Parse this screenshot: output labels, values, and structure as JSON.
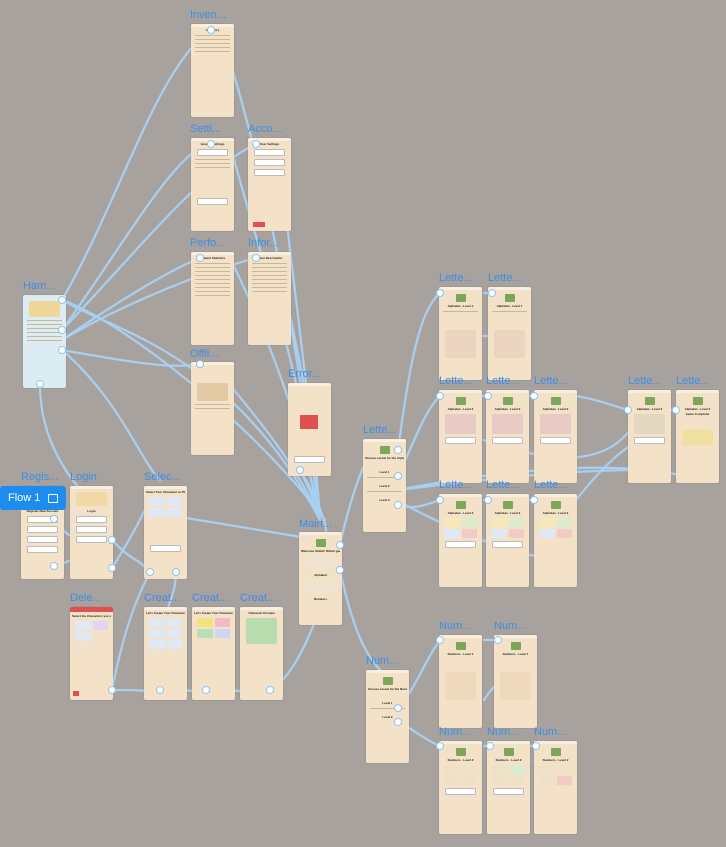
{
  "canvas": {
    "background": "#a8a29e",
    "frame_color": "#f3e2c7",
    "label_color": "#3b8ee8",
    "wire_color": "#a7d0f2"
  },
  "flow_tag": {
    "label": "Flow 1",
    "icon": "play-frame-icon"
  },
  "frames": [
    {
      "id": "inventory",
      "label": "Inven...",
      "title": "Inventory"
    },
    {
      "id": "settings",
      "label": "Setti...",
      "title": "General Settings"
    },
    {
      "id": "account",
      "label": "Acco...",
      "title": "User Settings"
    },
    {
      "id": "performance",
      "label": "Perfo...",
      "title": "Student Statistics"
    },
    {
      "id": "information",
      "label": "Infor...",
      "title": "Game Description"
    },
    {
      "id": "offline",
      "label": "Offli...",
      "title": ""
    },
    {
      "id": "hamburger",
      "label": "Ham...",
      "title": "Shiloh"
    },
    {
      "id": "error",
      "label": "Error...",
      "title": ""
    },
    {
      "id": "register",
      "label": "Regis...",
      "title": "Register New Account"
    },
    {
      "id": "login",
      "label": "Login",
      "title": "Login"
    },
    {
      "id": "select",
      "label": "Selec...",
      "title": "Select Your Character to Play"
    },
    {
      "id": "delete",
      "label": "Dele...",
      "title": "Select the Characters you want to delete"
    },
    {
      "id": "create1",
      "label": "Creat...",
      "title": "Let's Create Your Character!"
    },
    {
      "id": "create2",
      "label": "Creat...",
      "title": "Let's Create Your Character!"
    },
    {
      "id": "create3",
      "label": "Creat...",
      "title": "Character Preview"
    },
    {
      "id": "main",
      "label": "Main...",
      "title": "Welcome Shiloh! Which game would you like to play?"
    },
    {
      "id": "letters_menu",
      "label": "Lette...",
      "title": "Choose a level for the Alphabet Activity"
    },
    {
      "id": "letters1a",
      "label": "Lette...",
      "title": "Alphabet - Level 1"
    },
    {
      "id": "letters1b",
      "label": "Lette...",
      "title": "Alphabet - Level 1"
    },
    {
      "id": "letters2a",
      "label": "Lette...",
      "title": "Alphabet - Level 2"
    },
    {
      "id": "letters2b",
      "label": "Lette...",
      "title": "Alphabet - Level 2"
    },
    {
      "id": "letters2c",
      "label": "Lette...",
      "title": "Alphabet - Level 2"
    },
    {
      "id": "letters2d",
      "label": "Lette...",
      "title": "Alphabet - Level 2"
    },
    {
      "id": "letters2e",
      "label": "Lette...",
      "title": "Alphabet - Level 2"
    },
    {
      "id": "letters3a",
      "label": "Lette...",
      "title": "Alphabet - Level 3"
    },
    {
      "id": "letters3b",
      "label": "Lette...",
      "title": "Alphabet - Level 3"
    },
    {
      "id": "letters3c",
      "label": "Lette...",
      "title": "Alphabet - Level 3"
    },
    {
      "id": "numbers_menu",
      "label": "Num...",
      "title": "Choose a level for the Numbers Activity"
    },
    {
      "id": "numbers1a",
      "label": "Num...",
      "title": "Numbers - Level 1"
    },
    {
      "id": "numbers1b",
      "label": "Num...",
      "title": "Numbers - Level 1"
    },
    {
      "id": "numbers2a",
      "label": "Num...",
      "title": "Numbers - Level 2"
    },
    {
      "id": "numbers2b",
      "label": "Num...",
      "title": "Numbers - Level 2"
    },
    {
      "id": "numbers2c",
      "label": "Num...",
      "title": "Numbers - Level 2"
    }
  ],
  "main_menu": {
    "option1": "Alphabet",
    "option2": "Numbers"
  },
  "levels": {
    "l1": "Level 1",
    "l2": "Level 2",
    "l3": "Level 3"
  },
  "game_complete": "Game Complete!"
}
